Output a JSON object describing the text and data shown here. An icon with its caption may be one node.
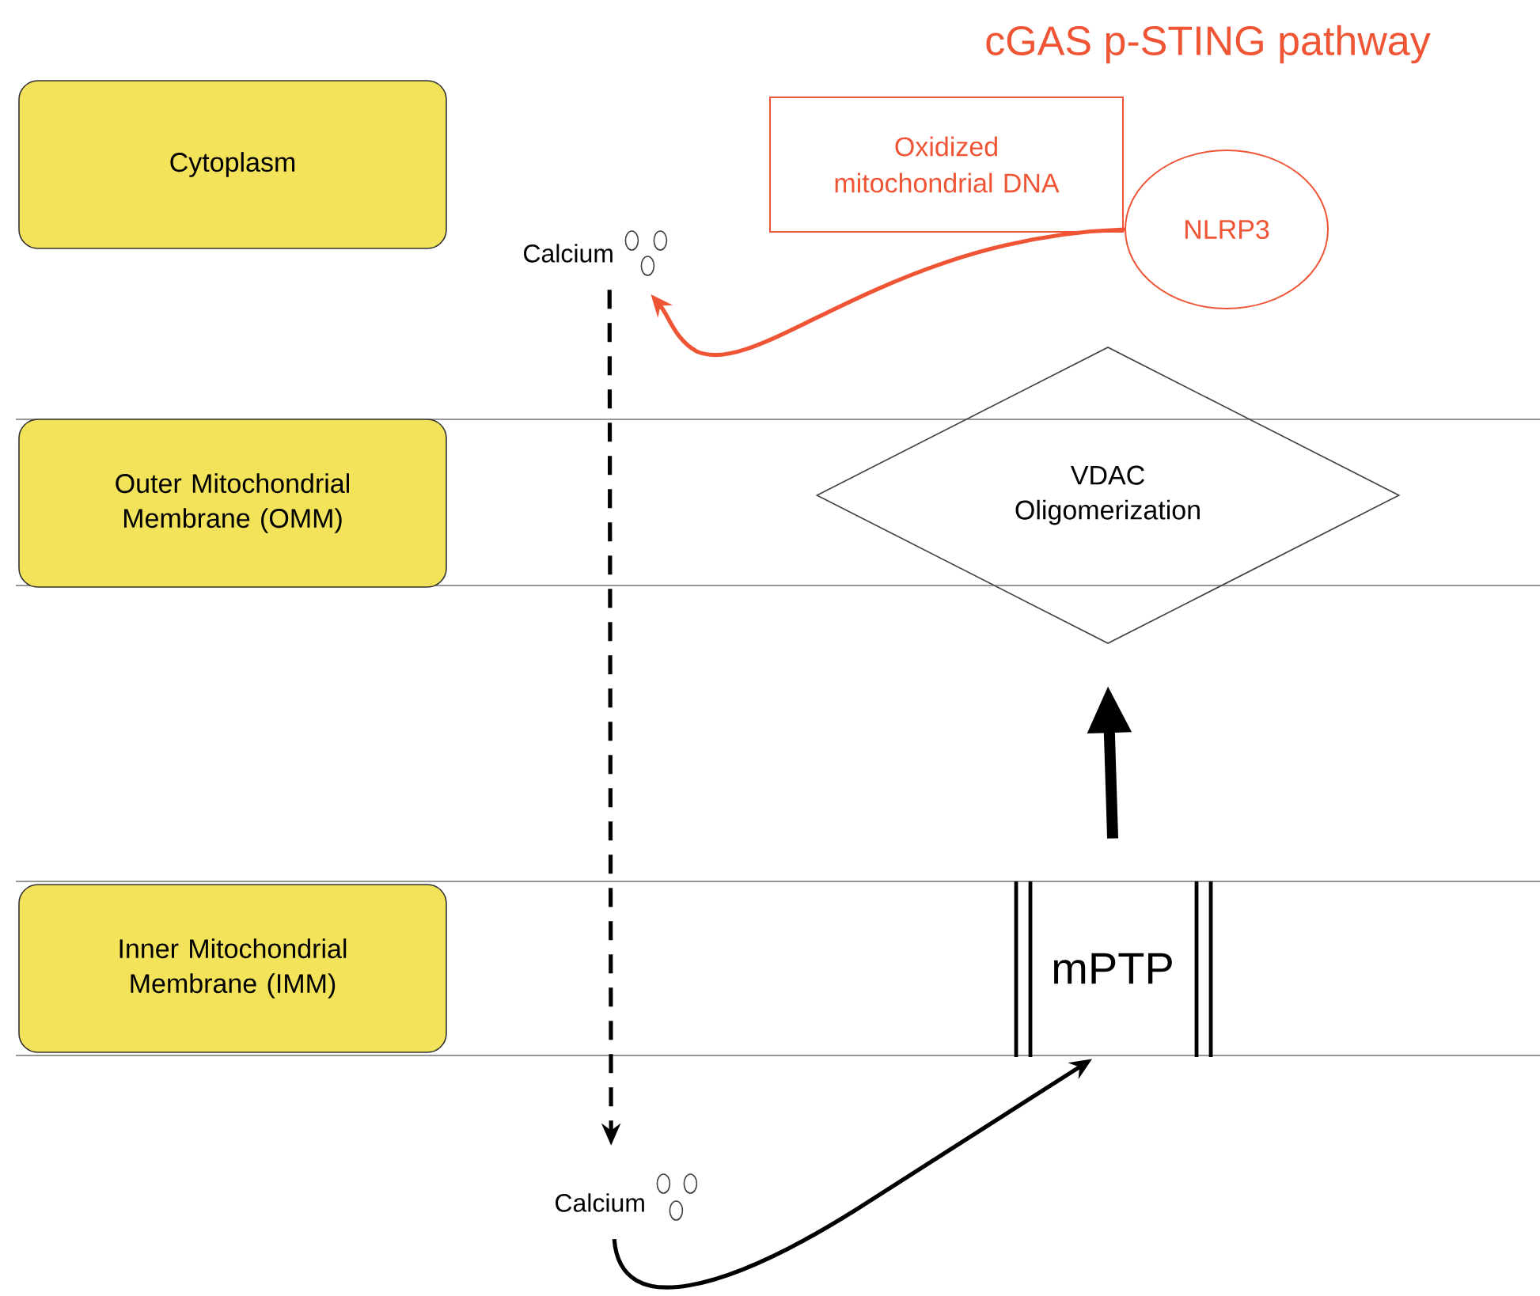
{
  "diagram": {
    "title": "cGAS p-STING pathway",
    "nodes": [
      {
        "text": [
          "Cytoplasm"
        ]
      },
      {
        "text": [
          "Oxidized mitochondrial DNA"
        ]
      },
      {
        "text": [
          "NLRP3"
        ]
      },
      {
        "text": [
          "Calcium"
        ]
      },
      {
        "text": [
          "Outer Mitochondrial Membrane (OMM)"
        ]
      },
      {
        "text": [
          "VDAC Oligomerization"
        ]
      },
      {
        "text": [
          "Inner Mitochondrial Membrane (IMM)"
        ]
      },
      {
        "text": [
          "mPTP"
        ]
      },
      {
        "text": [
          "Calcium"
        ]
      }
    ],
    "edges": [
      {
        "from": 2,
        "to": 3,
        "arrow": "to",
        "color": "#ef5535"
      },
      {
        "from": 3,
        "to": 8,
        "arrow": "to",
        "style": "dashed"
      },
      {
        "from": 8,
        "to": 7,
        "arrow": "to"
      },
      {
        "from": 7,
        "to": 5,
        "arrow": "to",
        "style": "thick"
      }
    ]
  }
}
